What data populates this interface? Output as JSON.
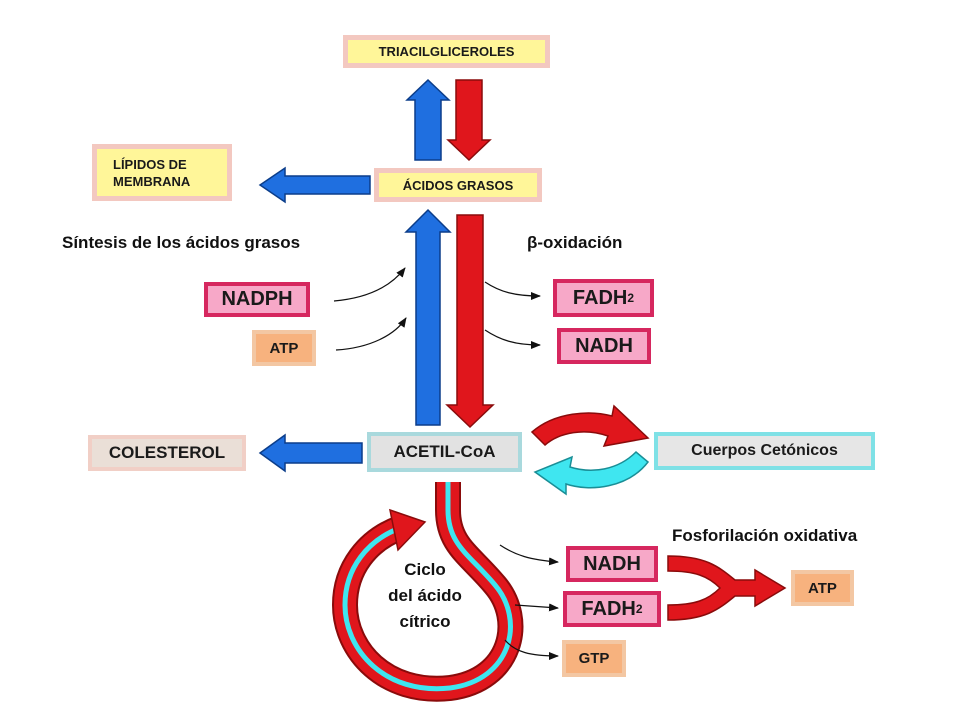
{
  "boxes": {
    "triacilgliceroles": "TRIACILGLICEROLES",
    "lipidos_line1": "LÍPIDOS DE",
    "lipidos_line2": "MEMBRANA",
    "acidos_grasos": "ÁCIDOS GRASOS",
    "nadph": "NADPH",
    "atp_left": "ATP",
    "fadh2_top": "FADH",
    "fadh2_top_sub": "2",
    "nadh_top": "NADH",
    "colesterol": "COLESTEROL",
    "acetil_coa": "ACETIL-CoA",
    "cuerpos_cetonicos": "Cuerpos Cetónicos",
    "nadh_bottom": "NADH",
    "fadh2_bottom": "FADH",
    "fadh2_bottom_sub": "2",
    "gtp": "GTP",
    "atp_right": "ATP"
  },
  "labels": {
    "sintesis": "Síntesis de los ácidos grasos",
    "beta_oxidacion": "β-oxidación",
    "fosforilacion": "Fosforilación oxidativa",
    "ciclo_line1": "Ciclo",
    "ciclo_line2": "del ácido",
    "ciclo_line3": "cítrico"
  },
  "colors": {
    "blue_arrow": "#1f6fe0",
    "red_arrow": "#e0161c",
    "cyan_arrow": "#3fe6f0",
    "pink_box": "#f7a8c8",
    "yellow_box": "#fff699",
    "orange_box": "#f7b27e"
  }
}
